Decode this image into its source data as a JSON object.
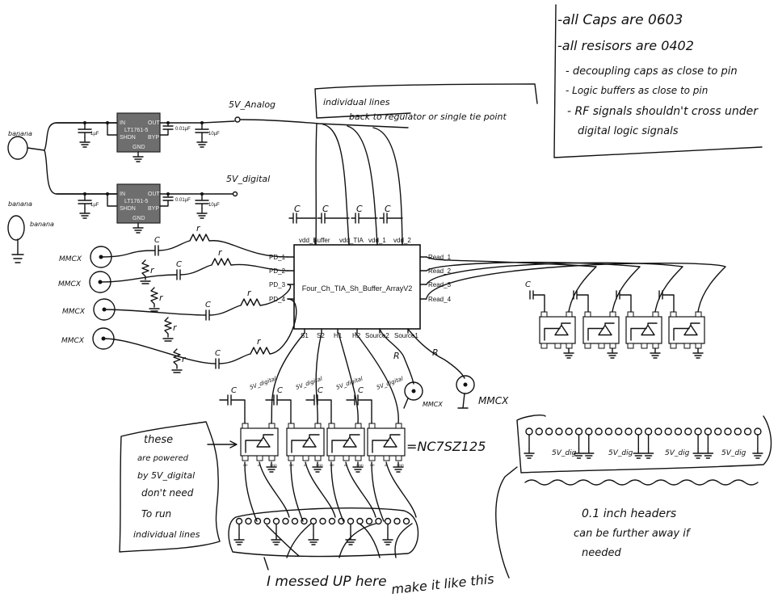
{
  "notes": {
    "lines": [
      "-all Caps are 0603",
      "-all resisors are 0402",
      "- decoupling caps as close to pin",
      "- Logic buffers as close to pin",
      "- RF signals shouldn't cross under",
      "digital logic signals"
    ]
  },
  "power": {
    "banana_labels": [
      "banana",
      "banana",
      "banana"
    ],
    "regulators": [
      {
        "part": "LT1761-5",
        "pins": {
          "in": "IN",
          "out": "OUT",
          "shdn": "SHDN",
          "byp": "BYP",
          "gnd": "GND"
        },
        "caps": [
          "1µF",
          "0.01µF",
          "10µF"
        ]
      },
      {
        "part": "LT1761-5",
        "pins": {
          "in": "IN",
          "out": "OUT",
          "shdn": "SHDN",
          "byp": "BYP",
          "gnd": "GND"
        },
        "caps": [
          "1µF",
          "0.01µF",
          "10µF"
        ]
      }
    ],
    "rail_analog": "5V_Analog",
    "rail_digital": "5V_digital",
    "tie_note": [
      "individual lines",
      "back to regulator or single tie point"
    ]
  },
  "main_chip": {
    "name": "Four_Ch_TIA_Sh_Buffer_ArrayV2",
    "top_pins": [
      "vdd_Buffer",
      "vdd_TIA",
      "vdd_1",
      "vdd_2"
    ],
    "left_pins": [
      "PD_1",
      "PD_2",
      "PD_3",
      "PD_4"
    ],
    "right_pins": [
      "Read_1",
      "Read_2",
      "Read_3",
      "Read_4"
    ],
    "bottom_pins": [
      "S1",
      "S2",
      "H1",
      "H2",
      "Source2",
      "Source1"
    ],
    "decoupling_label": "C"
  },
  "inputs": {
    "connector_label": "MMCX",
    "cap_label": "C",
    "resistor_label": "r"
  },
  "outputs": {
    "connector_label": "MMCX",
    "resistor_label": "R"
  },
  "buffers": {
    "part": "=NC7SZ125",
    "supply_label": "5V_digital",
    "cap_label": "C",
    "pin_labels": [
      "OE",
      "A",
      "GND"
    ]
  },
  "left_note": [
    "these",
    "are powered",
    "by 5V_digital",
    "don't need",
    "To run",
    "individual lines"
  ],
  "headers": {
    "supply_labels": [
      "5V_dig",
      "5V_dig",
      "5V_dig",
      "5V_dig"
    ],
    "note": [
      "0.1 inch headers",
      "can be further away if",
      "needed"
    ]
  },
  "annotations": {
    "messed_up": "I messed UP here",
    "make_like": "make it like this"
  }
}
